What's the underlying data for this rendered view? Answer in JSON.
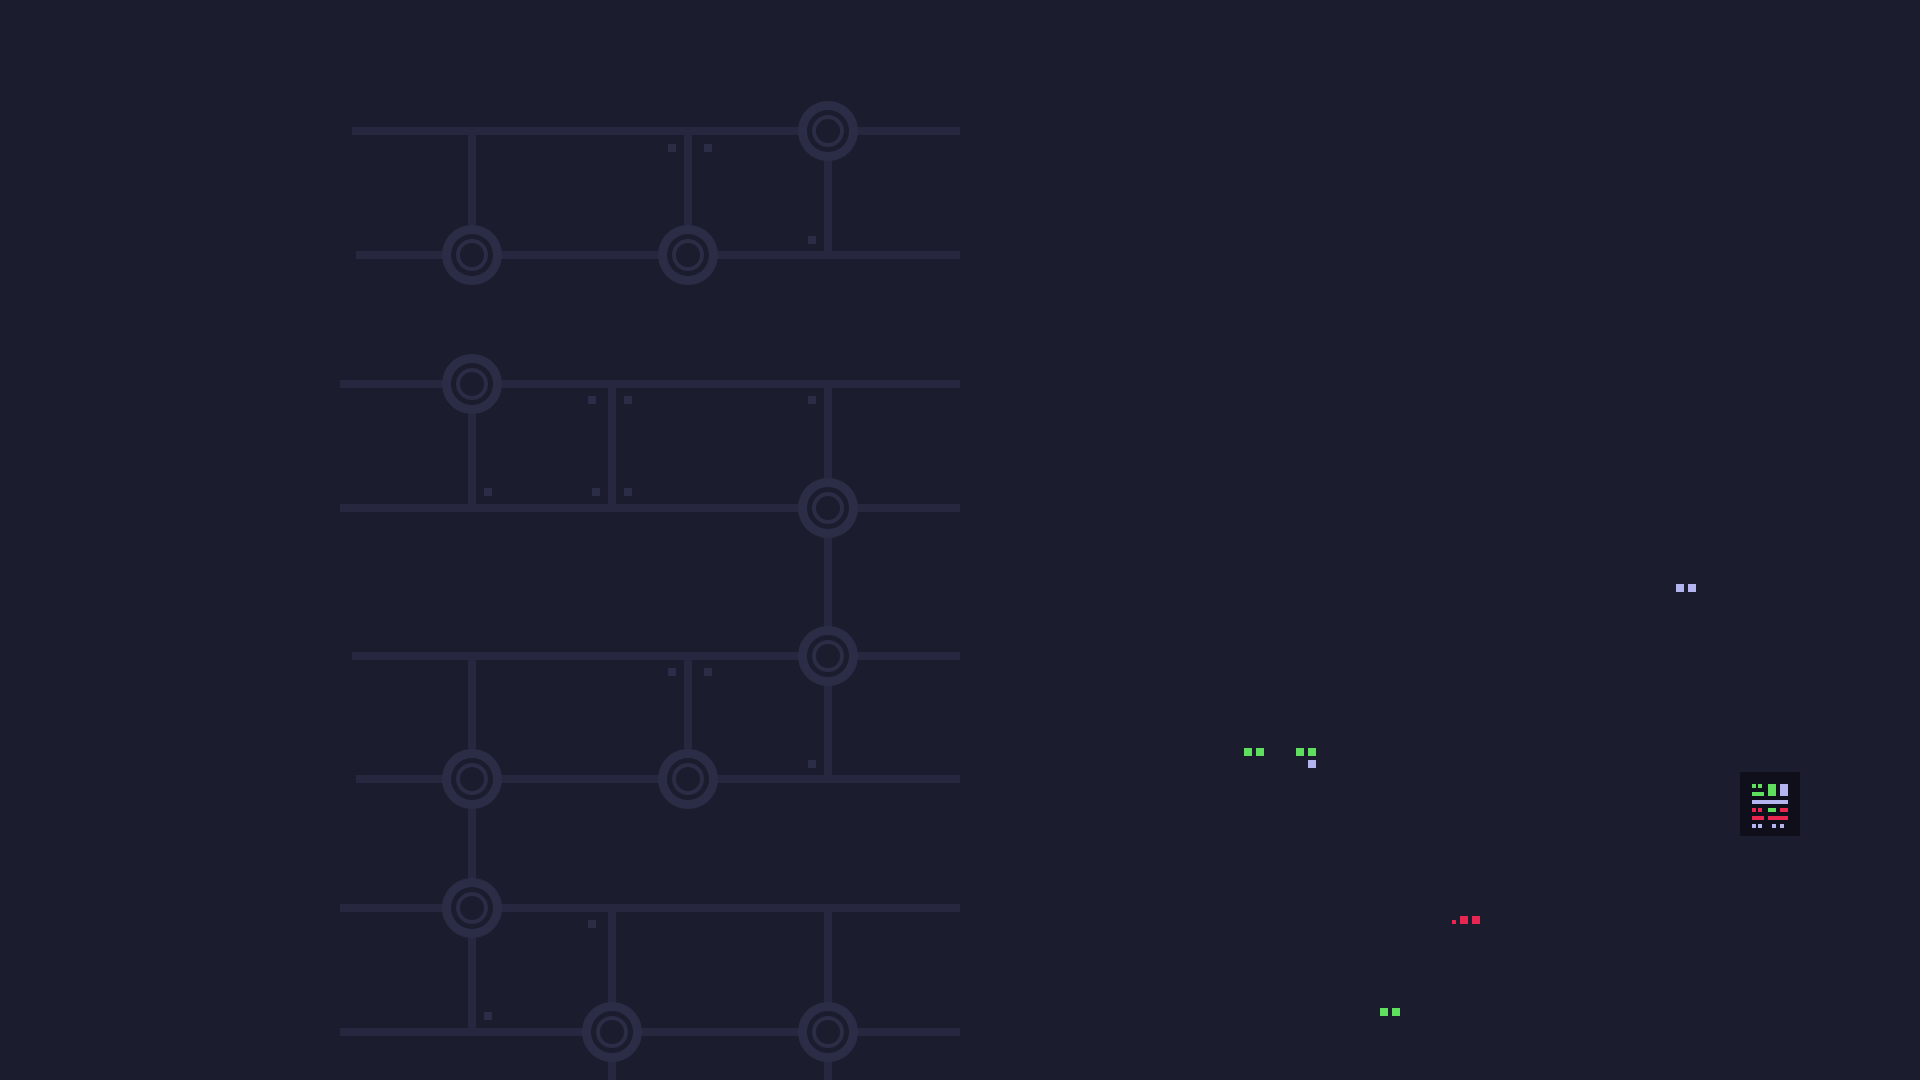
{
  "game": {
    "board": "circuit-grid",
    "node_icon": "ring-node",
    "colors": {
      "background": "#1b1c2e",
      "trace": "#272840",
      "node_outer": "#2b2c45",
      "via": "#2b2c45",
      "ally": "#5ee05e",
      "neutral": "#b4b4f0",
      "enemy": "#e8264f",
      "minimap_bg": "#0e0f1a"
    }
  },
  "entities": [
    {
      "type": "ally-squad",
      "color": "ally"
    },
    {
      "type": "ally-squad",
      "color": "ally"
    },
    {
      "type": "ally-squad",
      "color": "ally"
    },
    {
      "type": "neutral-unit",
      "color": "neutral"
    },
    {
      "type": "neutral-unit",
      "color": "neutral"
    },
    {
      "type": "enemy-squad",
      "color": "enemy"
    }
  ],
  "minimap": {
    "icon": "minimap-icon"
  }
}
